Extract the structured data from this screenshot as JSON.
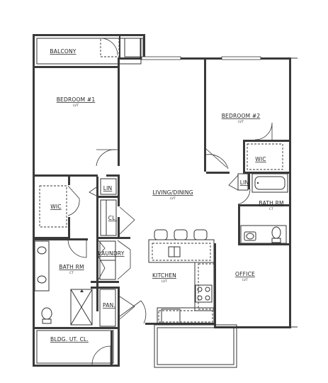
{
  "rooms": {
    "balcony": {
      "name": "BALCONY"
    },
    "bedroom1": {
      "name": "BEDROOM #1",
      "floor": "LVT"
    },
    "bedroom2": {
      "name": "BEDROOM #2",
      "floor": "LVT"
    },
    "wic_bed2": {
      "name": "WIC"
    },
    "wic_bed1": {
      "name": "WIC"
    },
    "lin_left": {
      "name": "LIN"
    },
    "lin_right": {
      "name": "LIN"
    },
    "cl": {
      "name": "CL."
    },
    "living": {
      "name": "LIVING/DINING",
      "floor": "LVT"
    },
    "bath_right": {
      "name": "BATH RM",
      "floor": "CT"
    },
    "bath_left": {
      "name": "BATH RM",
      "floor": "CT"
    },
    "laundry": {
      "name": "LAUNDRY"
    },
    "kitchen": {
      "name": "KITCHEN",
      "floor": "LVT"
    },
    "office": {
      "name": "OFFICE",
      "floor": "LVT"
    },
    "pantry": {
      "name": "PAN."
    },
    "utility": {
      "name": "BLDG. UT. CL."
    }
  },
  "colors": {
    "wall": "#3a3a3a",
    "line": "#333333",
    "background": "#ffffff"
  }
}
